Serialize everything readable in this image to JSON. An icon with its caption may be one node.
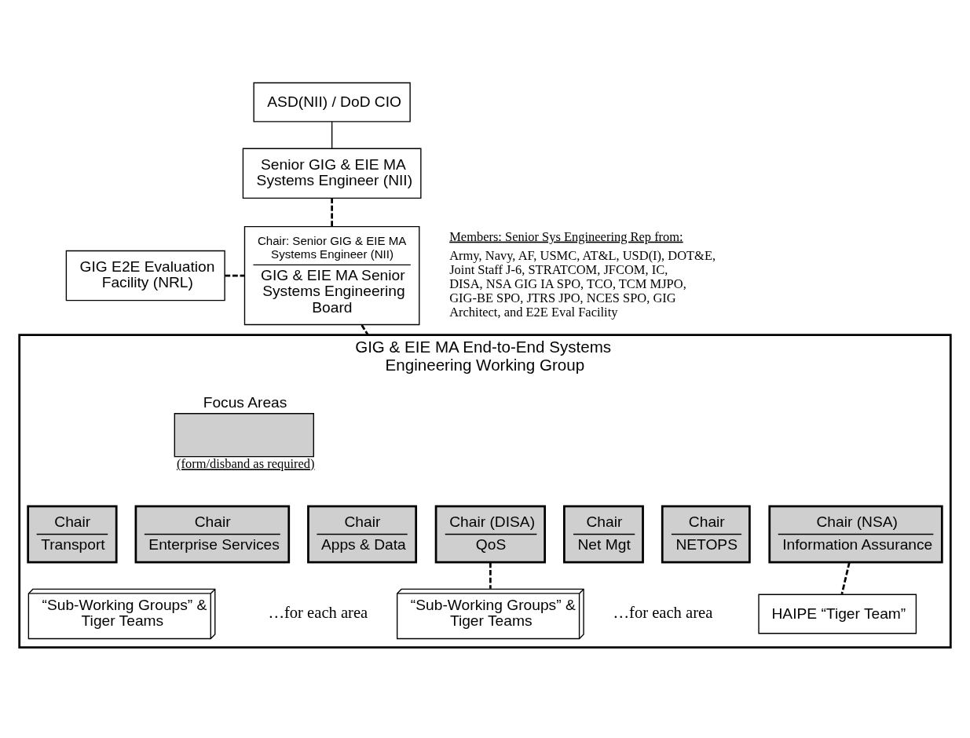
{
  "diagram": {
    "nodes": [
      {
        "text": [
          "ASD(NII) / DoD CIO"
        ]
      },
      {
        "text": [
          "Senior GIG & EIE MA Systems Engineer (NII)"
        ]
      },
      {
        "text": [
          "Chair: Senior GIG & EIE MA Systems Engineer (NII)",
          "GIG & EIE MA Senior Systems Engineering Board"
        ],
        "beside": [
          "Members: Senior Sys Engineering Rep from:",
          "Army, Navy, AF, USMC, AT&L, USD(I), DOT&E, Joint Staff J-6, STRATCOM, JFCOM, IC, DISA, NSA GIG IA SPO, TCO, TCM MJPO, GIG-BE SPO, JTRS JPO, NCES SPO, GIG Architect, and E2E Eval Facility"
        ]
      },
      {
        "text": [
          "GIG E2E Evaluation Facility (NRL)"
        ]
      },
      {
        "text": [
          "GIG & EIE MA End-to-End Systems Engineering Working Group"
        ]
      },
      {
        "text": [
          "Focus Areas"
        ],
        "beside": [
          "(form/disband as required)"
        ],
        "in": 4
      },
      {
        "text": [
          "Chair",
          "Transport"
        ],
        "in": 4
      },
      {
        "text": [
          "Chair",
          "Enterprise Services"
        ],
        "in": 4
      },
      {
        "text": [
          "Chair",
          "Apps & Data"
        ],
        "in": 4
      },
      {
        "text": [
          "Chair (DISA)",
          "QoS"
        ],
        "in": 4
      },
      {
        "text": [
          "Chair",
          "Net Mgt"
        ],
        "in": 4
      },
      {
        "text": [
          "Chair",
          "NETOPS"
        ],
        "in": 4
      },
      {
        "text": [
          "Chair (NSA)",
          "Information Assurance"
        ],
        "in": 4
      },
      {
        "text": [
          "“Sub-Working Groups” & Tiger Teams"
        ],
        "in": 4
      },
      {
        "text": [
          "“Sub-Working Groups” & Tiger Teams"
        ],
        "in": 4
      },
      {
        "text": [
          "HAIPE “Tiger Team”"
        ],
        "in": 4
      }
    ],
    "edges": [
      {
        "from": 0,
        "to": 1,
        "arrow": "none"
      },
      {
        "from": 1,
        "to": 2,
        "arrow": "none",
        "style": "dashed"
      },
      {
        "from": 3,
        "to": 2,
        "arrow": "none",
        "style": "dashed"
      },
      {
        "from": 2,
        "to": 4,
        "arrow": "none",
        "style": "dashed"
      },
      {
        "from": 9,
        "to": 14,
        "arrow": "none",
        "style": "dashed"
      },
      {
        "from": 12,
        "to": 15,
        "arrow": "none",
        "style": "dashed"
      }
    ],
    "labels": [
      "…for each area",
      "…for each area"
    ]
  }
}
